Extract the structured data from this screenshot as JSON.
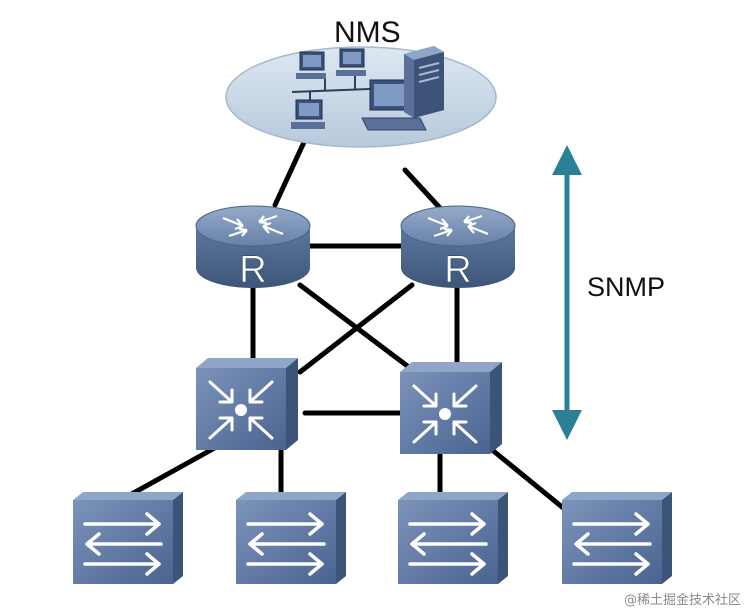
{
  "labels": {
    "nms": "NMS",
    "protocol": "SNMP",
    "router_letter": "R",
    "watermark": "@稀土掘金技术社区"
  },
  "colors": {
    "background": "#ffffff",
    "cloud_fill": "#c9d8e6",
    "router_top": "#7d95b8",
    "router_side": "#4e6990",
    "switch_face": "#5a75a0",
    "switch_side": "#3c5478",
    "link": "#000000",
    "snmp_arrow": "#2a8196"
  },
  "icons": {
    "nms_cloud": "cloud-ellipse-icon",
    "server": "server-tower-icon",
    "workstation": "desktop-computer-icon",
    "router": "router-icon",
    "core_switch": "multilayer-switch-icon",
    "access_switch": "layer2-switch-icon",
    "snmp_arrow": "double-headed-arrow-icon"
  },
  "devices": {
    "routers": 2,
    "core_switches": 2,
    "access_switches": 4
  }
}
